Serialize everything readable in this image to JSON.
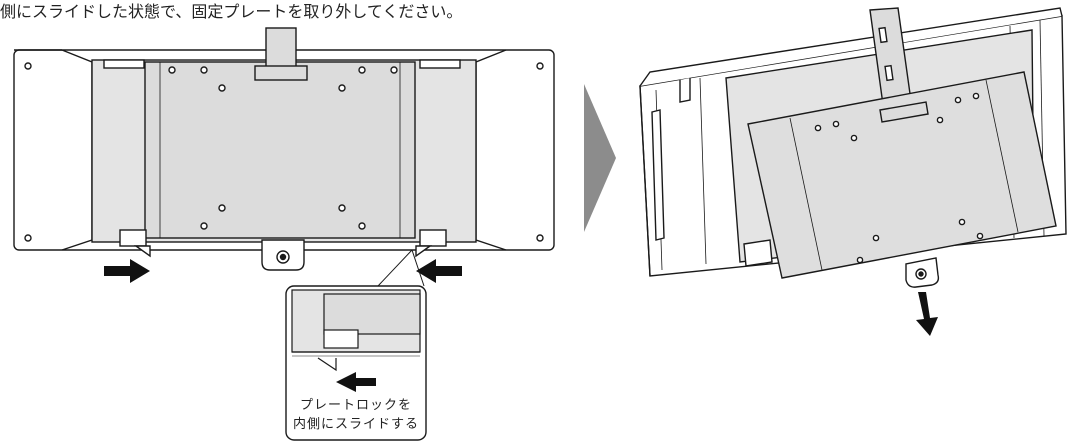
{
  "instruction": "側にスライドした状態で、固定プレートを取り外してください。",
  "callout": {
    "line1": "プレートロックを",
    "line2": "内側にスライドする"
  },
  "colors": {
    "stroke": "#1a1a1a",
    "panel": "#e4e4e4",
    "plate": "#dedede",
    "frame": "#ffffff",
    "step_arrow": "#8c8c8c",
    "arrow": "#111111"
  },
  "icons": [
    "arrow-right-icon",
    "arrow-left-icon",
    "arrow-down-icon",
    "step-chevron-icon",
    "screw-icon"
  ]
}
